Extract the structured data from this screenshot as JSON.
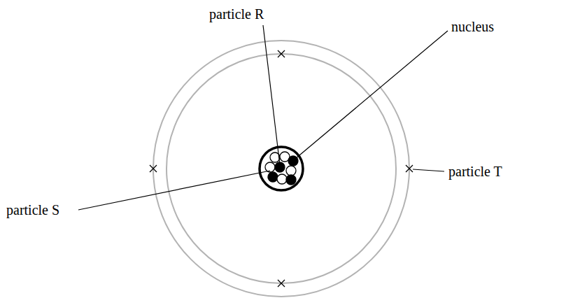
{
  "diagram": {
    "labels": [
      "particle R",
      "nucleus",
      "particle T",
      "particle S"
    ]
  }
}
